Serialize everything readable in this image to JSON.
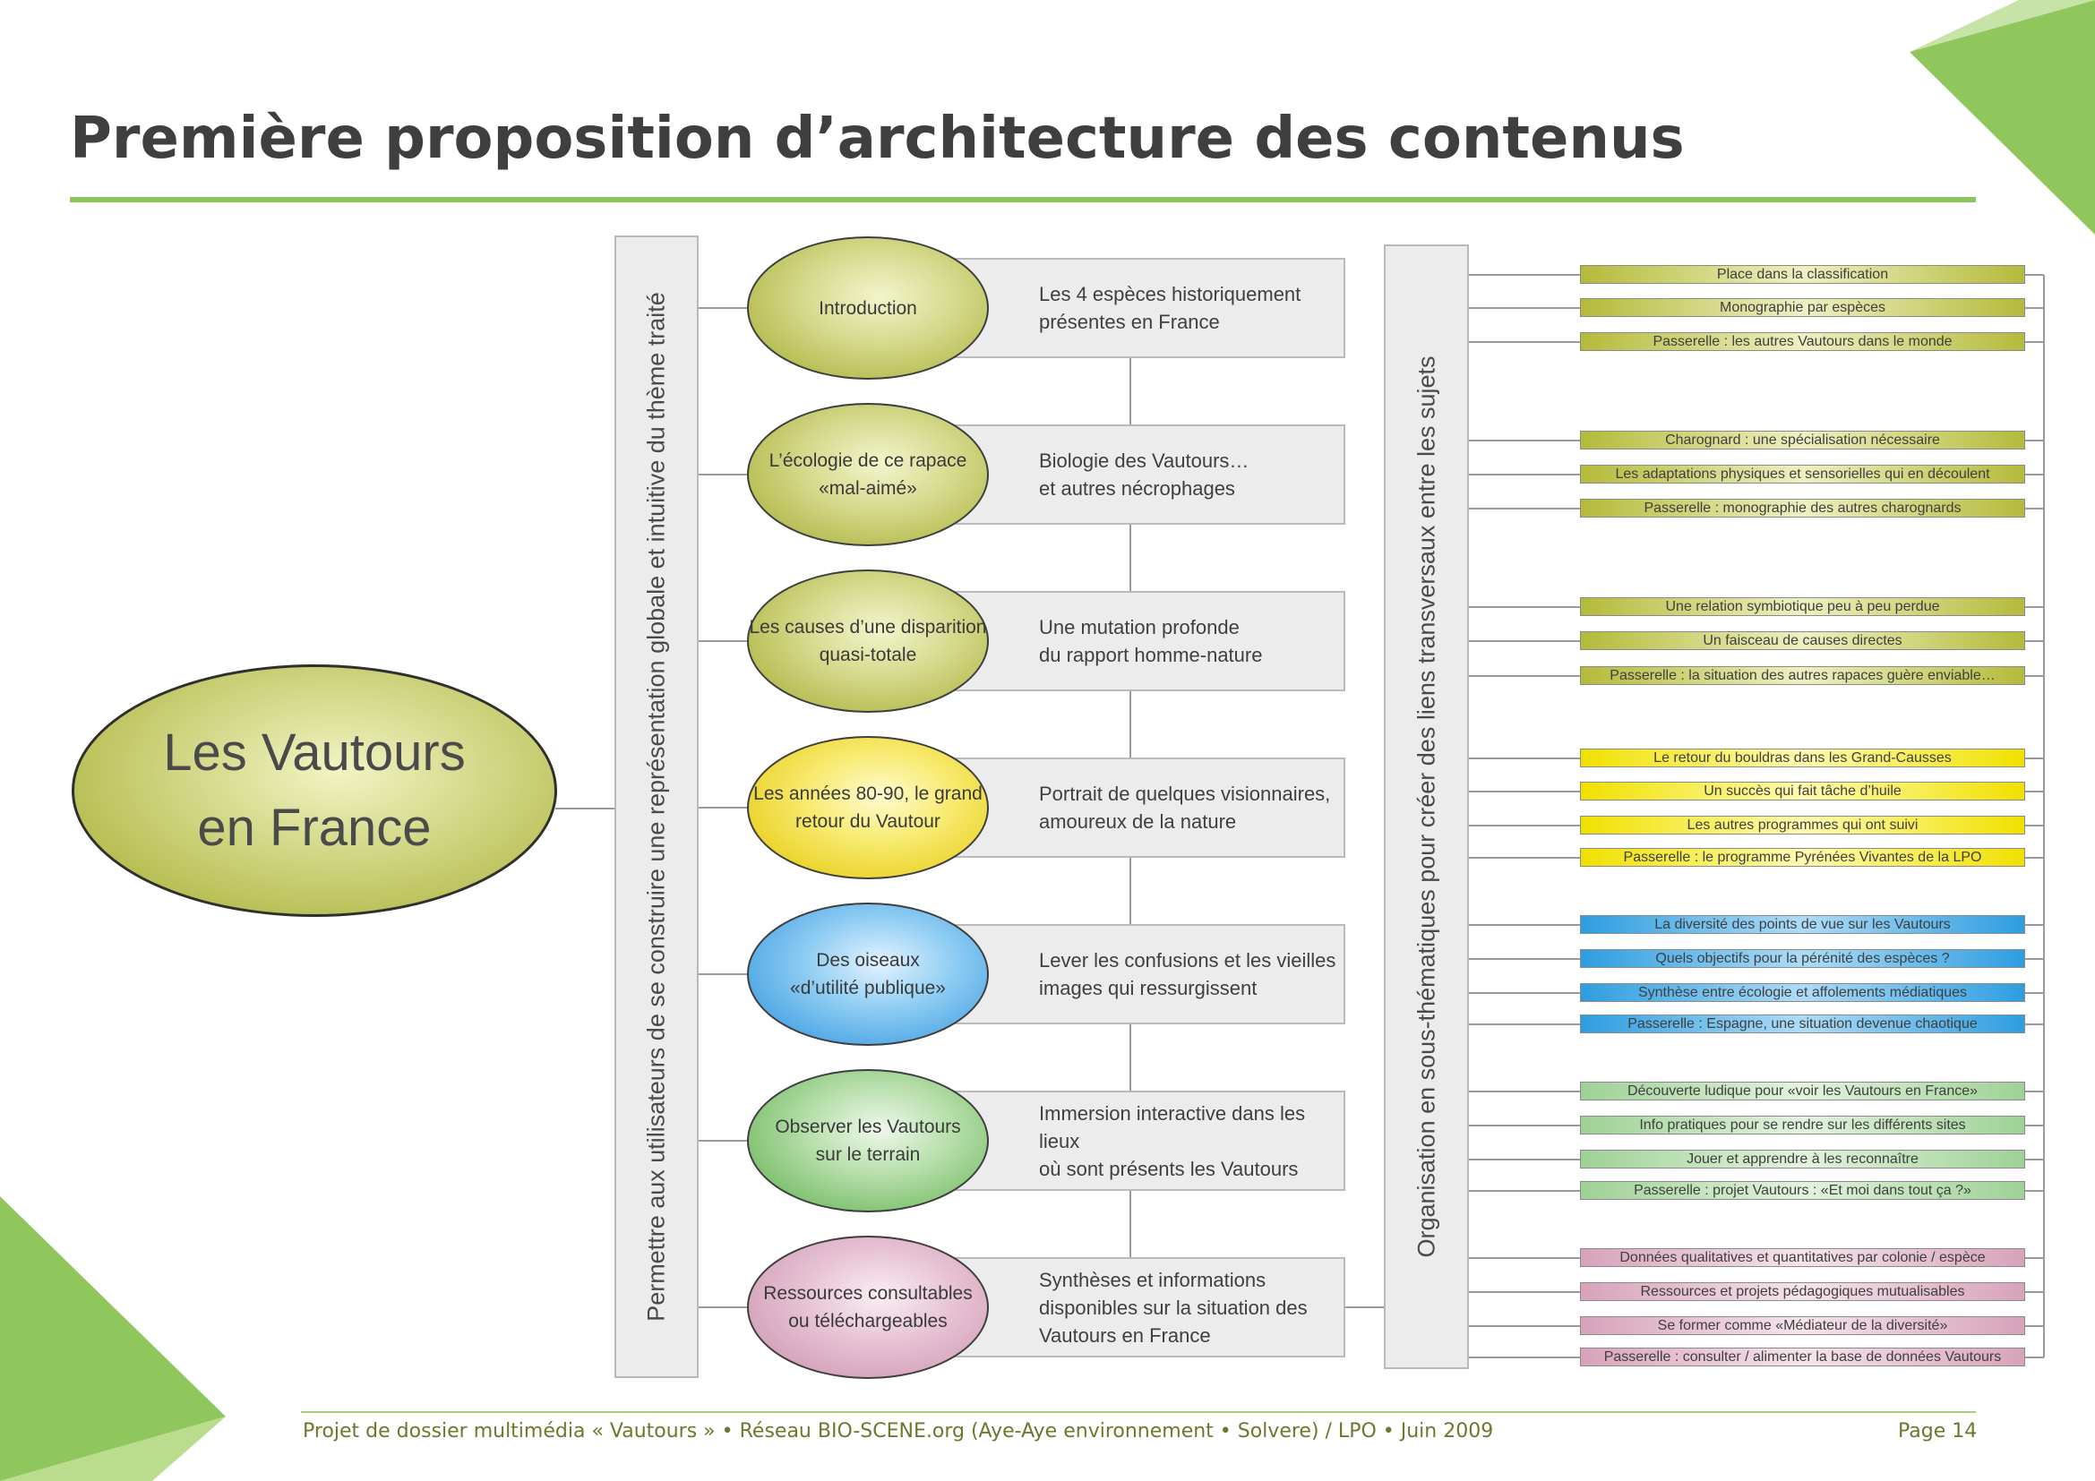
{
  "title": "Première proposition d’architecture des contenus",
  "central_topic": "Les Vautours\nen France",
  "left_bar_text": "Permettre aux utilisateurs de se construire une représentation globale et intuitive du thème traité",
  "right_bar_text": "Organisation en sous-thématiques pour créer des liens transversaux entre les sujets",
  "colors": {
    "accent_green": "#8cc460",
    "olive": "#b8bd40",
    "yellow": "#f2e200",
    "blue": "#2e9de0",
    "green": "#5fb350",
    "mauve": "#d39ab4",
    "light_green_item": "#a9d6a3",
    "mauve_item": "#dcaabb"
  },
  "sections": [
    {
      "theme": "Introduction",
      "description": "Les 4 espèces historiquement\nprésentes en France",
      "color": "olive",
      "items": [
        "Place dans la classification",
        "Monographie par espèces",
        "Passerelle : les autres Vautours dans le monde"
      ]
    },
    {
      "theme": "L’écologie de ce rapace\n«mal-aimé»",
      "description": "Biologie des Vautours…\net autres nécrophages",
      "color": "olive",
      "items": [
        "Charognard : une spécialisation nécessaire",
        "Les adaptations physiques et sensorielles qui en découlent",
        "Passerelle : monographie des autres charognards"
      ]
    },
    {
      "theme": "Les causes d’une disparition\nquasi-totale",
      "description": "Une mutation profonde\ndu rapport homme-nature",
      "color": "olive",
      "items": [
        "Une relation symbiotique peu à peu perdue",
        "Un faisceau de causes directes",
        "Passerelle : la situation des autres rapaces guère enviable…"
      ]
    },
    {
      "theme": "Les années 80-90, le grand\nretour du Vautour",
      "description": "Portrait de quelques visionnaires,\namoureux de la nature",
      "color": "yellow",
      "items": [
        "Le retour du bouldras dans les Grand-Causses",
        "Un succès qui fait tâche d’huile",
        "Les autres programmes qui ont suivi",
        "Passerelle : le programme Pyrénées Vivantes de la LPO"
      ]
    },
    {
      "theme": "Des oiseaux\n«d’utilité publique»",
      "description": "Lever les confusions et les vieilles\nimages qui ressurgissent",
      "color": "blue",
      "items": [
        "La diversité des points de vue sur les Vautours",
        "Quels objectifs pour la pérénité des espèces ?",
        "Synthèse entre écologie et affolements médiatiques",
        "Passerelle : Espagne, une situation devenue chaotique"
      ]
    },
    {
      "theme": "Observer les Vautours\nsur le terrain",
      "description": "Immersion interactive dans les lieux\noù sont présents les Vautours",
      "color": "green",
      "items": [
        "Découverte ludique pour «voir les Vautours en France»",
        "Info pratiques pour se rendre sur les différents sites",
        "Jouer et apprendre à les reconnaître",
        "Passerelle : projet Vautours : «Et moi dans tout ça ?»"
      ]
    },
    {
      "theme": "Ressources consultables\nou téléchargeables",
      "description": "Synthèses et informations\ndisponibles sur la situation des\nVautours en France",
      "color": "mauve",
      "items": [
        "Données qualitatives et quantitatives par colonie / espèce",
        "Ressources et projets pédagogiques mutualisables",
        "Se former comme «Médiateur de la diversité»",
        "Passerelle : consulter / alimenter la base de données Vautours"
      ]
    }
  ],
  "footer": {
    "text": "Projet de dossier multimédia « Vautours » • Réseau BIO-SCENE.org (Aye-Aye environnement • Solvere) / LPO • Juin 2009",
    "page": "Page 14"
  }
}
